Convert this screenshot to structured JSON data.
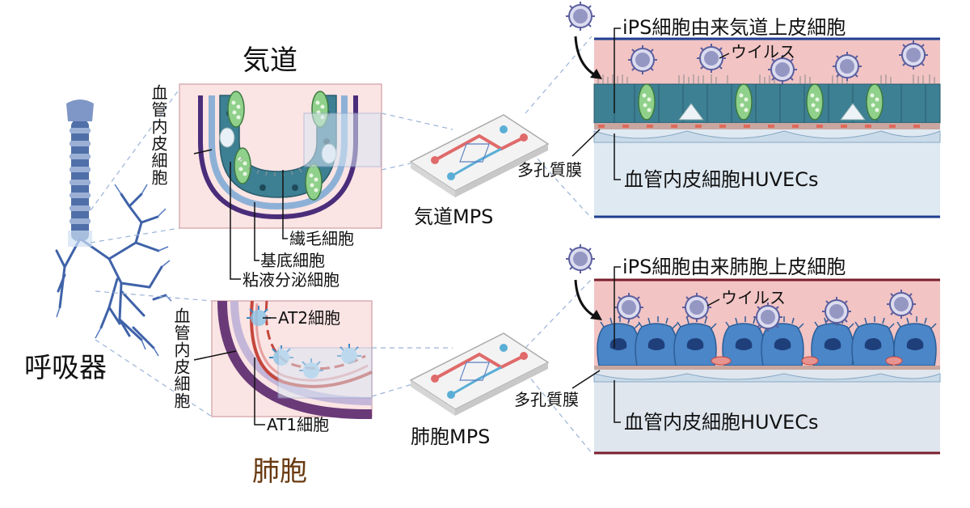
{
  "labels": {
    "respiratory": "呼吸器",
    "airway": "気道",
    "alveoli": "肺胞",
    "airway_endothelial": "血管内皮細胞",
    "alveolar_endothelial": "血管内皮細胞",
    "ciliated": "繊毛細胞",
    "basal": "基底細胞",
    "mucus": "粘液分泌細胞",
    "at2": "AT2細胞",
    "at1": "AT1細胞",
    "airway_mps": "気道MPS",
    "alveolar_mps": "肺胞MPS",
    "top_epithelium": "iPS細胞由来気道上皮細胞",
    "top_virus": "ウイルス",
    "top_membrane": "多孔質膜",
    "top_huvec": "血管内皮細胞HUVECs",
    "bot_epithelium": "iPS細胞由来肺胞上皮細胞",
    "bot_virus": "ウイルス",
    "bot_membrane": "多孔質膜",
    "bot_huvec": "血管内皮細胞HUVECs"
  },
  "colors": {
    "trachea": "#4f6fa8",
    "panel_bg": "#fbe4e4",
    "epithelium": "#3d7f93",
    "goblet": "#7fc77a",
    "vessel_purple": "#4a2d7a",
    "chamber_top": "#f2c4c4",
    "chamber_bottom": "#dfe9f2",
    "alveolar_cell": "#4a86c8",
    "virus": "#5b5f9e"
  }
}
